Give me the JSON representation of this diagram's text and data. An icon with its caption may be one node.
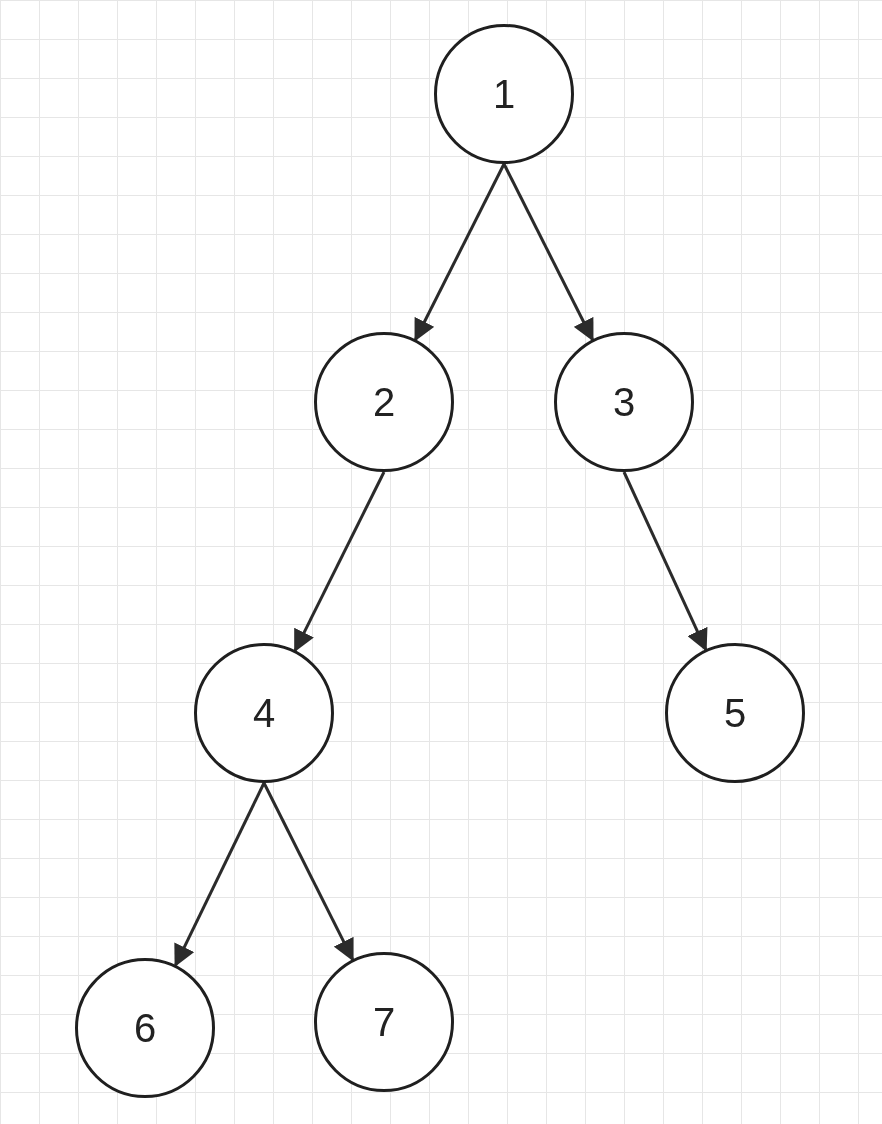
{
  "diagram": {
    "nodes": [
      {
        "text": [
          "1"
        ]
      },
      {
        "text": [
          "2"
        ]
      },
      {
        "text": [
          "3"
        ]
      },
      {
        "text": [
          "4"
        ]
      },
      {
        "text": [
          "5"
        ]
      },
      {
        "text": [
          "6"
        ]
      },
      {
        "text": [
          "7"
        ]
      }
    ],
    "edges": [
      {
        "from": 0,
        "to": 1,
        "arrow": "to"
      },
      {
        "from": 0,
        "to": 2,
        "arrow": "to"
      },
      {
        "from": 1,
        "to": 3,
        "arrow": "to"
      },
      {
        "from": 2,
        "to": 4,
        "arrow": "to"
      },
      {
        "from": 3,
        "to": 5,
        "arrow": "to"
      },
      {
        "from": 3,
        "to": 6,
        "arrow": "to"
      }
    ]
  }
}
